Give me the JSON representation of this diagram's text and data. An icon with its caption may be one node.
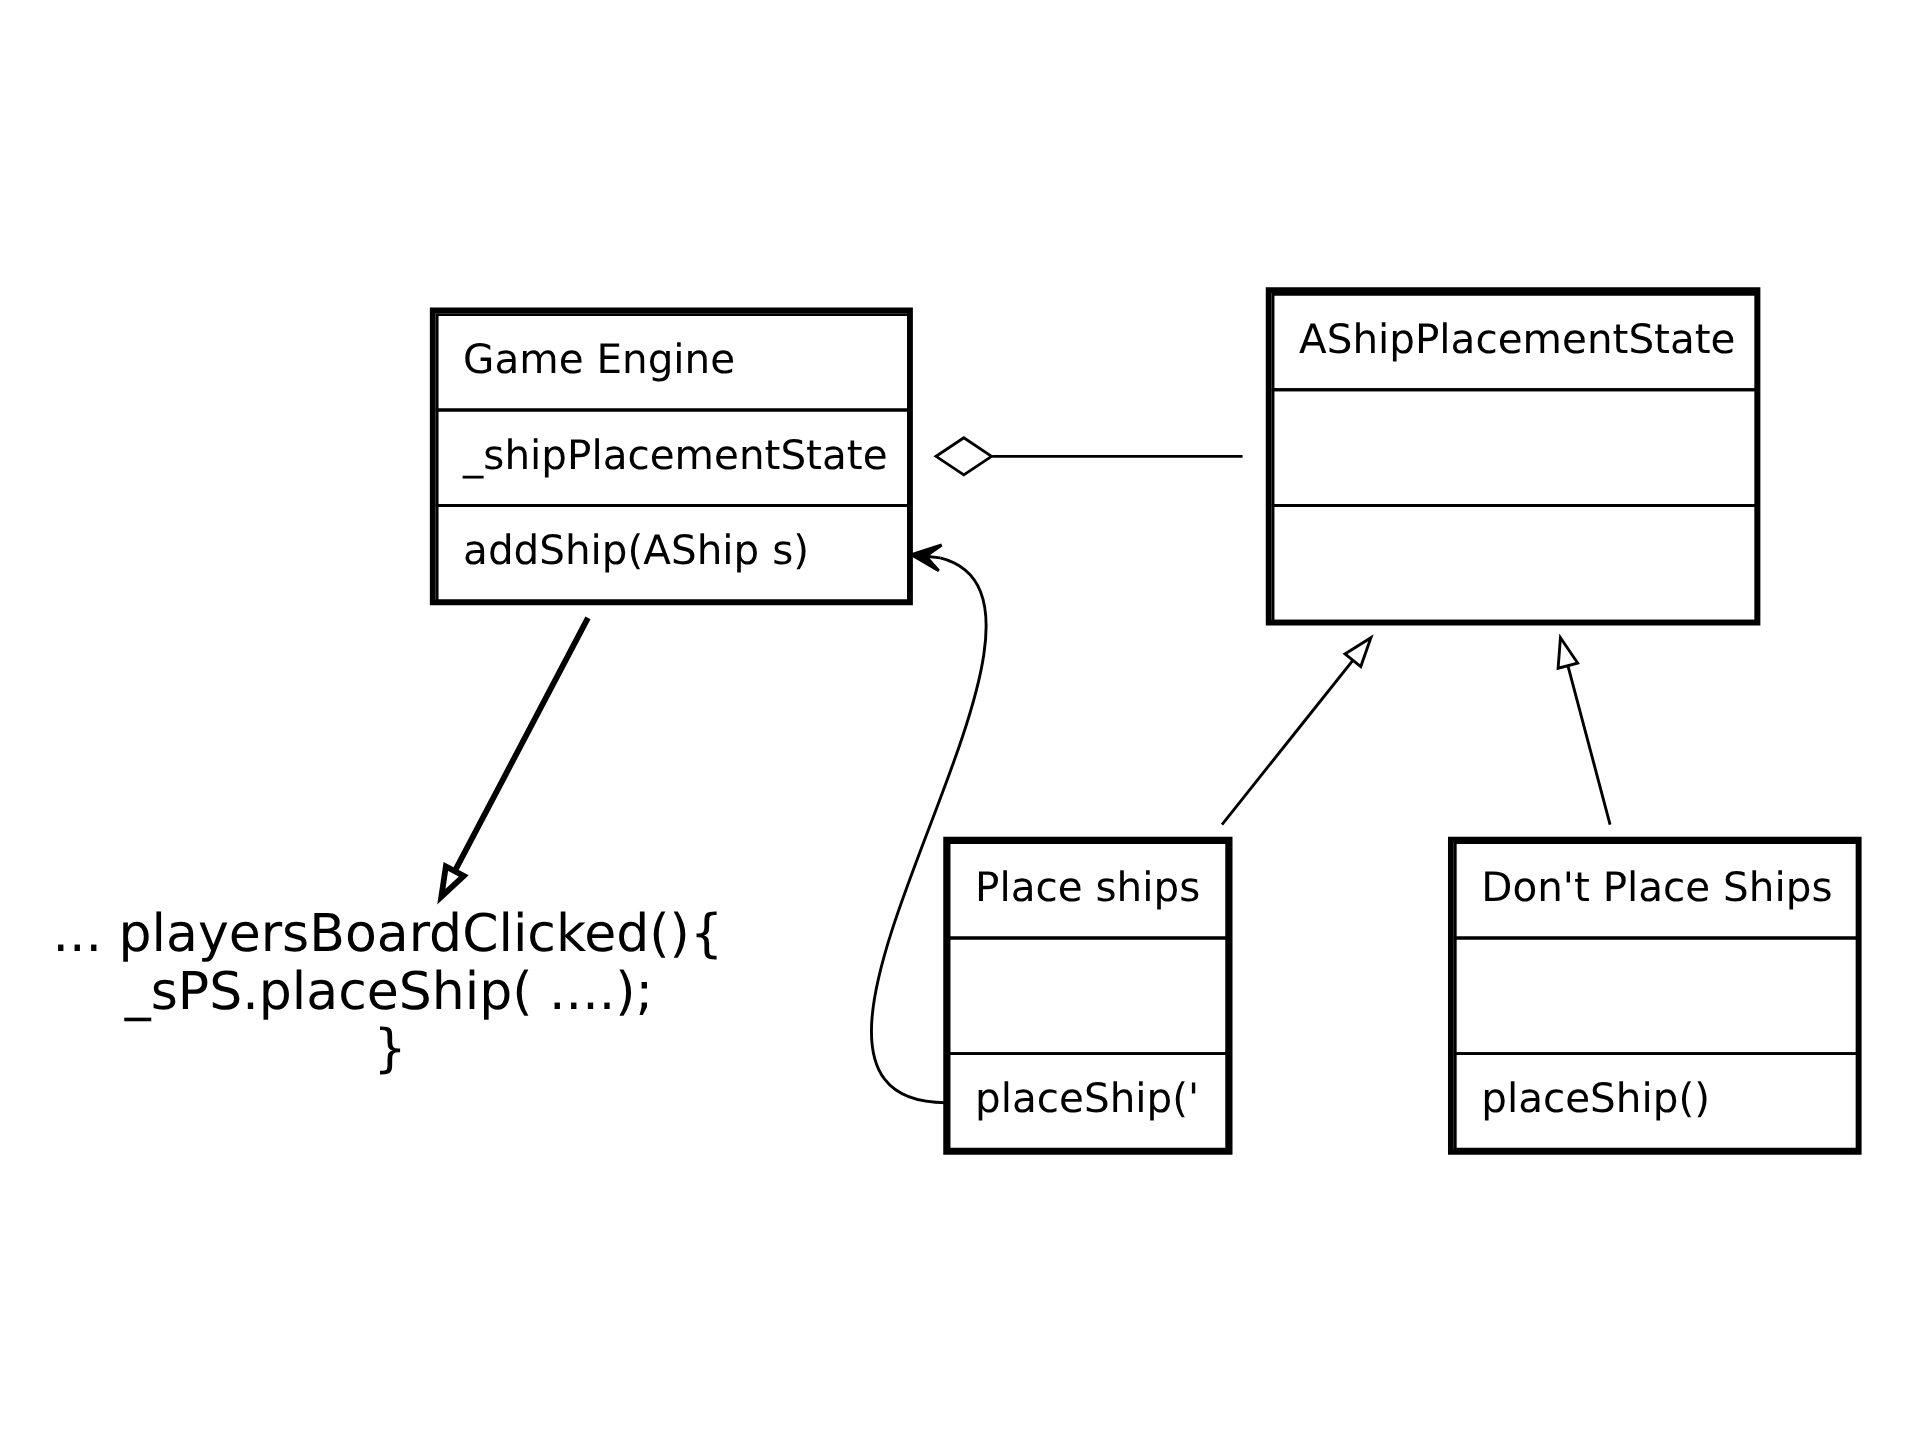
{
  "diagram": {
    "nodes": [
      {
        "text": [
          "Game Engine",
          "_shipPlacementState",
          "addShip(AShip s)"
        ]
      },
      {
        "text": [
          "AShipPlacementState"
        ]
      },
      {
        "text": [
          "Place ships",
          "placeShip('"
        ]
      },
      {
        "text": [
          "Don't Place Ships",
          "placeShip()"
        ]
      },
      {
        "text": [
          "... playersBoardClicked(){",
          "_sPS.placeShip( ....);",
          "}"
        ]
      }
    ],
    "edges": [
      {
        "from": 1,
        "to": 0,
        "arrow": "other"
      },
      {
        "from": 2,
        "to": 1,
        "arrow": "to"
      },
      {
        "from": 3,
        "to": 1,
        "arrow": "to"
      },
      {
        "from": 2,
        "to": 0,
        "arrow": "to"
      },
      {
        "from": 0,
        "to": 4,
        "arrow": "to"
      }
    ]
  }
}
